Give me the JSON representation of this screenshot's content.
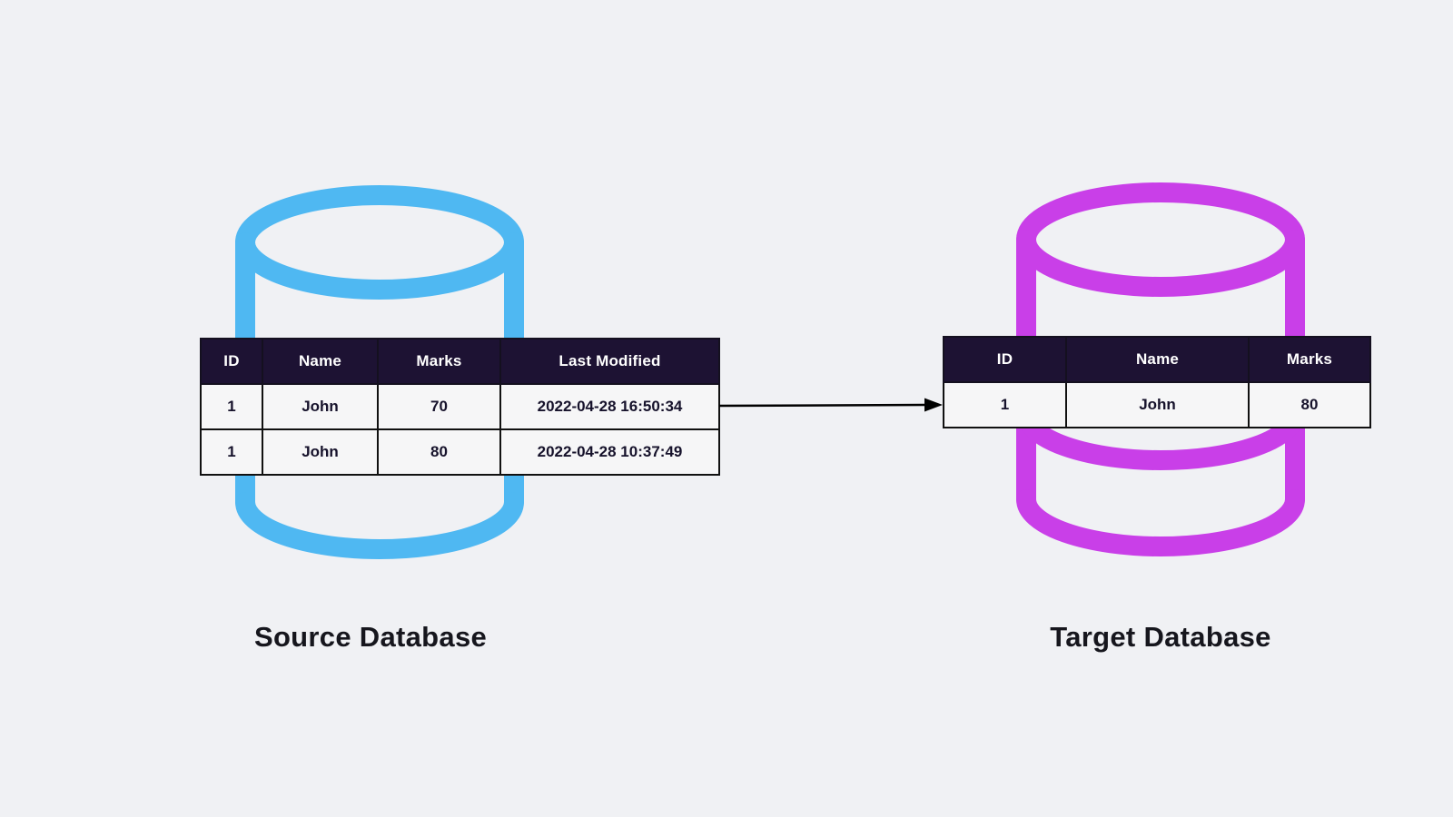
{
  "diagram": {
    "background": "#F0F1F4",
    "table_header_bg": "#1D1233",
    "arrow_color": "#000000",
    "source": {
      "label": "Source Database",
      "color": "#4FB8F2",
      "table": {
        "headers": [
          "ID",
          "Name",
          "Marks",
          "Last Modified"
        ],
        "rows": [
          [
            "1",
            "John",
            "70",
            "2022-04-28 16:50:34"
          ],
          [
            "1",
            "John",
            "80",
            "2022-04-28 10:37:49"
          ]
        ]
      }
    },
    "target": {
      "label": "Target Database",
      "color": "#C93FE8",
      "table": {
        "headers": [
          "ID",
          "Name",
          "Marks"
        ],
        "rows": [
          [
            "1",
            "John",
            "80"
          ]
        ]
      }
    }
  }
}
